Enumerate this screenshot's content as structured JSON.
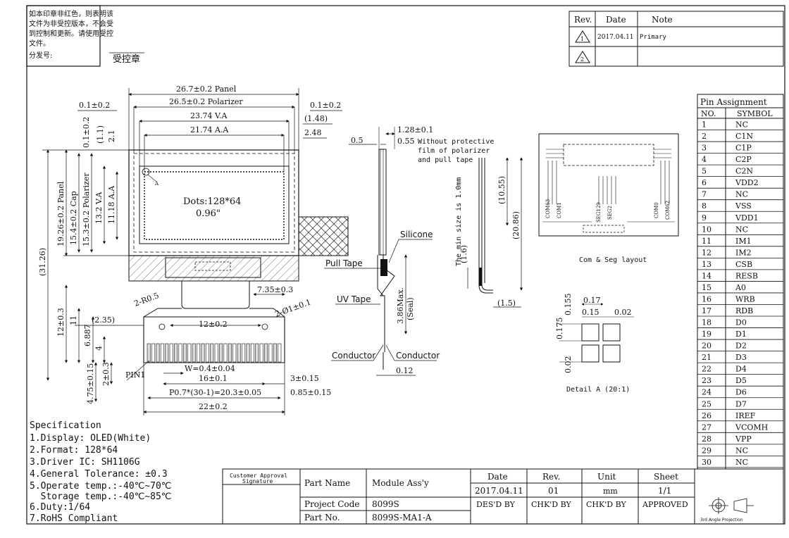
{
  "control_note": {
    "lines": [
      "如本印章非红色，则表明该",
      "文件为非受控版本，不会受",
      "到控制和更新。请使用受控",
      "文件。"
    ],
    "dist_label": "分发号:",
    "stamp": "受控章"
  },
  "revision": {
    "headers": [
      "Rev.",
      "Date",
      "Note"
    ],
    "rows": [
      {
        "rev": "1",
        "date": "2017.04.11",
        "note": "Primary"
      },
      {
        "rev": "2",
        "date": "",
        "note": ""
      }
    ]
  },
  "pins": {
    "title": "Pin Assignment",
    "col_no": "NO.",
    "col_symbol": "SYMBOL",
    "rows": [
      [
        "1",
        "NC"
      ],
      [
        "2",
        "C1N"
      ],
      [
        "3",
        "C1P"
      ],
      [
        "4",
        "C2P"
      ],
      [
        "5",
        "C2N"
      ],
      [
        "6",
        "VDD2"
      ],
      [
        "7",
        "NC"
      ],
      [
        "8",
        "VSS"
      ],
      [
        "9",
        "VDD1"
      ],
      [
        "10",
        "NC"
      ],
      [
        "11",
        "IM1"
      ],
      [
        "12",
        "IM2"
      ],
      [
        "13",
        "CSB"
      ],
      [
        "14",
        "RESB"
      ],
      [
        "15",
        "A0"
      ],
      [
        "16",
        "WRB"
      ],
      [
        "17",
        "RDB"
      ],
      [
        "18",
        "D0"
      ],
      [
        "19",
        "D1"
      ],
      [
        "20",
        "D2"
      ],
      [
        "21",
        "D3"
      ],
      [
        "22",
        "D4"
      ],
      [
        "23",
        "D5"
      ],
      [
        "24",
        "D6"
      ],
      [
        "25",
        "D7"
      ],
      [
        "26",
        "IREF"
      ],
      [
        "27",
        "VCOMH"
      ],
      [
        "28",
        "VPP"
      ],
      [
        "29",
        "NC"
      ],
      [
        "30",
        "NC"
      ]
    ]
  },
  "front": {
    "panel": "26.7±0.2 Panel",
    "polarizer": "26.5±0.2 Polarizer",
    "margin_l": "0.1±0.2",
    "margin_r": "0.1±0.2",
    "va": "23.74 V.A",
    "aa": "21.74 A.A",
    "paren_148": "(1.48)",
    "d248": "2.48",
    "dots": "Dots:128*64",
    "size": "0.96\"",
    "marker": "A",
    "v_31_26": "(31.26)",
    "v_panel": "19.26±0.2 Panel",
    "v_cap": "15.4±0.2 Cap",
    "v_pol": "15.3±0.2 Polarizer",
    "v_va": "13.2 V.A",
    "v_aa": "11.18 A.A",
    "v_top1": "0.1±0.2",
    "v_top2": "(1.1)",
    "v_top3": "2.1",
    "r05": "2-R0.5",
    "d735": "7.35±0.3",
    "hole": "2-Ø1±0.1",
    "d235": "(2.35)",
    "d12": "12±0.2",
    "v_12": "12±0.3",
    "v_11": "11",
    "v_6887": "6.887",
    "v_4": "4",
    "pin1": "PIN1",
    "w": "W=0.4±0.04",
    "d16": "16±0.1",
    "d3": "3±0.15",
    "pitch": "P0.7*(30-1)=20.3±0.05",
    "d085": "0.85±0.15",
    "d22": "22±0.2",
    "v_475": "4.75±0.15",
    "v_2": "2±0.3"
  },
  "side": {
    "d128": "1.28±0.1",
    "d05": "0.5",
    "d055": "0.55",
    "note1": "Without protective",
    "note2": "film of polarizer",
    "note3": "and pull tape",
    "min_size": "The min size is 1.0mm",
    "d1055": "(10.55)",
    "d2086": "(20.86)",
    "d16": "(1.6)",
    "d15": "(1.5)",
    "silicone": "Silicone",
    "pull_tape": "Pull Tape",
    "uv_tape": "UV Tape",
    "seal": "3.86Max.",
    "seal2": "(Seal)",
    "conductor_l": "Conductor",
    "conductor_r": "Conductor",
    "d012": "0.12"
  },
  "layout": {
    "caption": "Com & Seg layout",
    "labels": [
      "COM63",
      "COM1",
      "SEG129",
      "SEG2",
      "COM0",
      "COM62"
    ]
  },
  "detail": {
    "d017": "0.17",
    "d015": "0.15",
    "d002a": "0.02",
    "d0155": "0.155",
    "d0175": "0.175",
    "d002b": "0.02",
    "caption": "Detail A (20:1)"
  },
  "spec": {
    "title": "Specification",
    "items": [
      "1.Display: OLED(White)",
      "2.Format: 128*64",
      "3.Driver IC: SH1106G",
      "4.General Tolerance: ±0.3",
      "5.Operate temp.:-40℃~70℃",
      "  Storage temp.:-40℃~85℃",
      "6.Duty:1/64",
      "7.RoHS Compliant"
    ]
  },
  "title_block": {
    "approval_1": "Customer Approval",
    "approval_2": "Signature",
    "part_name_label": "Part Name",
    "part_name": "Module Ass'y",
    "project_label": "Project Code",
    "project": "8099S",
    "part_no_label": "Part No.",
    "part_no": "8099S-MA1-A",
    "h_date": "Date",
    "h_rev": "Rev.",
    "h_unit": "Unit",
    "h_sheet": "Sheet",
    "date": "2017.04.11",
    "rev": "01",
    "unit": "mm",
    "sheet": "1/1",
    "des": "DES'D BY",
    "chk1": "CHK'D BY",
    "chk2": "CHK'D BY",
    "approved": "APPROVED",
    "projection": "3rd Angle Projection"
  }
}
